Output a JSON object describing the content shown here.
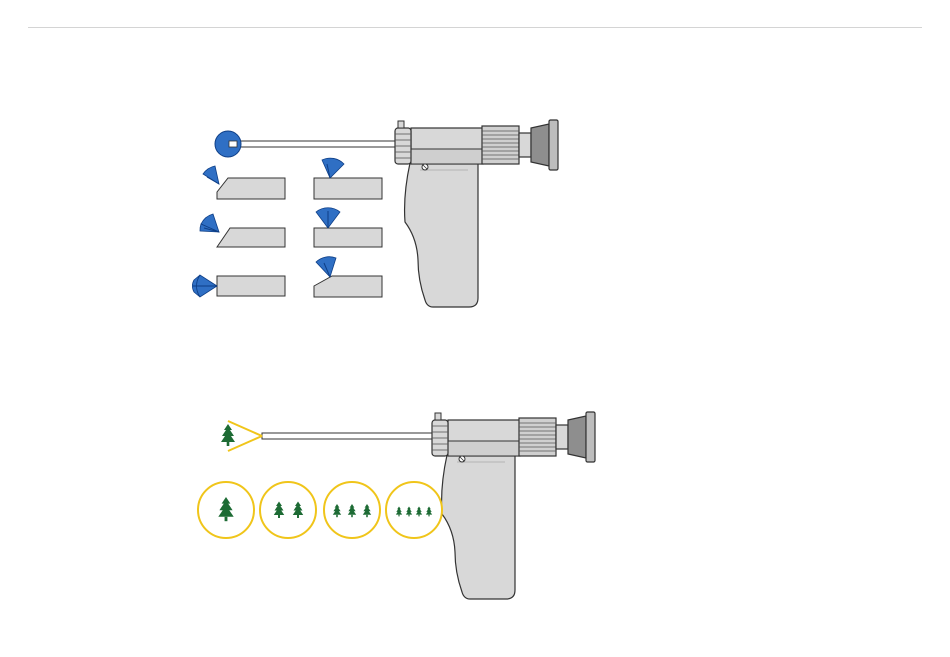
{
  "colors": {
    "rule": "#d4d4d4",
    "device_fill": "#d8d8d8",
    "device_dark": "#bdbdbd",
    "device_stroke": "#333333",
    "view_blue": "#2f6fc4",
    "view_blue_dark": "#0e3e86",
    "tree_green": "#1d6b34",
    "ring_yellow": "#f0c51a"
  },
  "panels": [
    {
      "name": "viewing-direction",
      "probe_tip_icon": "blue-disc-icon",
      "direction_icon": "blue-fan-icon",
      "viewing_angles_deg": [
        45,
        70,
        30,
        90,
        0,
        120
      ]
    },
    {
      "name": "field-of-view-magnification",
      "probe_tip_icon": "tree-icon",
      "fov_icon": "yellow-cone-icon",
      "magnification_tree_counts": [
        1,
        2,
        3,
        4
      ]
    }
  ]
}
